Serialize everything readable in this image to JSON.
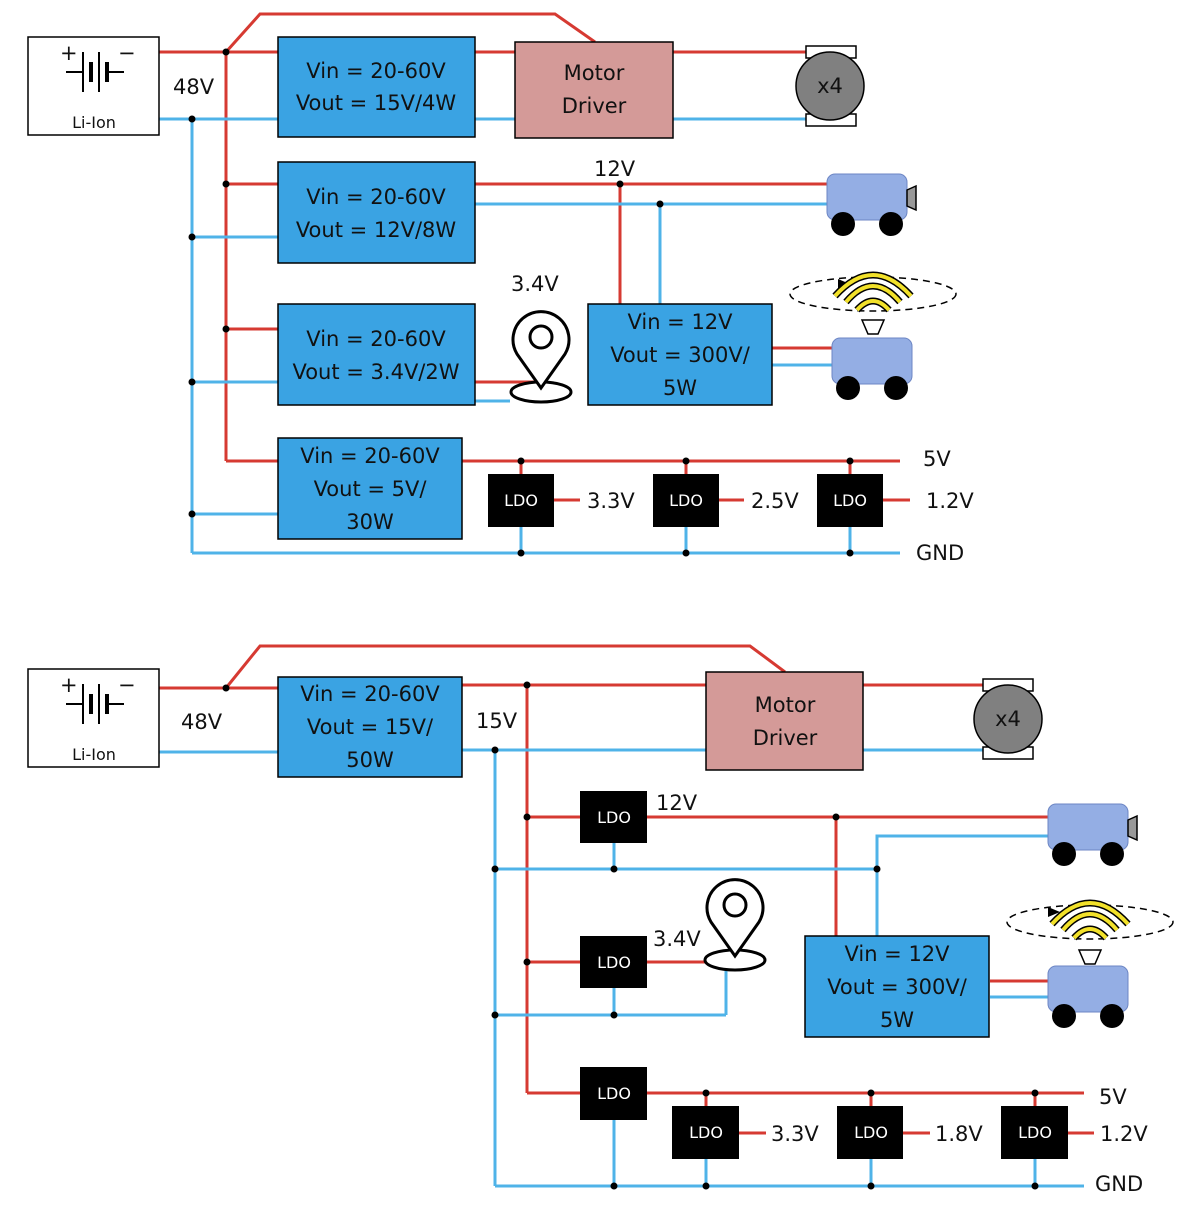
{
  "colors": {
    "positive_wire": "#d63a32",
    "ground_wire": "#4fb3e8",
    "converter": "#3aa3e3",
    "motor_driver": "#d49a98",
    "ldo": "#000000",
    "robot": "#94aee4",
    "radar": "#f2e12a"
  },
  "top": {
    "battery": {
      "label": "Li-Ion",
      "plus": "+",
      "minus": "−"
    },
    "bus_label": "48V",
    "conv15": {
      "line1": "Vin = 20-60V",
      "line2": "Vout = 15V/4W"
    },
    "motor_driver": {
      "line1": "Motor",
      "line2": "Driver"
    },
    "motor": {
      "label": "x4"
    },
    "conv12": {
      "line1": "Vin = 20-60V",
      "line2": "Vout = 12V/8W"
    },
    "rail12_label": "12V",
    "conv34": {
      "line1": "Vin = 20-60V",
      "line2": "Vout = 3.4V/2W"
    },
    "gps_label": "3.4V",
    "conv300": {
      "line1": "Vin = 12V",
      "line2": "Vout = 300V/",
      "line3": "5W"
    },
    "conv5": {
      "line1": "Vin = 20-60V",
      "line2": "Vout = 5V/",
      "line3": "30W"
    },
    "ldos": [
      {
        "label": "LDO",
        "out": "3.3V"
      },
      {
        "label": "LDO",
        "out": "2.5V"
      },
      {
        "label": "LDO",
        "out": "1.2V"
      }
    ],
    "rail5_label": "5V",
    "gnd_label": "GND"
  },
  "bottom": {
    "battery": {
      "label": "Li-Ion",
      "plus": "+",
      "minus": "−"
    },
    "bus_label": "48V",
    "conv15": {
      "line1": "Vin = 20-60V",
      "line2": "Vout = 15V/",
      "line3": "50W"
    },
    "bus15_label": "15V",
    "motor_driver": {
      "line1": "Motor",
      "line2": "Driver"
    },
    "motor": {
      "label": "x4"
    },
    "ldo12": {
      "label": "LDO",
      "out": "12V"
    },
    "ldo34": {
      "label": "LDO",
      "out": "3.4V"
    },
    "ldo5": {
      "label": "LDO"
    },
    "conv300": {
      "line1": "Vin = 12V",
      "line2": "Vout = 300V/",
      "line3": "5W"
    },
    "ldos": [
      {
        "label": "LDO",
        "out": "3.3V"
      },
      {
        "label": "LDO",
        "out": "1.8V"
      },
      {
        "label": "LDO",
        "out": "1.2V"
      }
    ],
    "rail5_label": "5V",
    "gnd_label": "GND"
  }
}
